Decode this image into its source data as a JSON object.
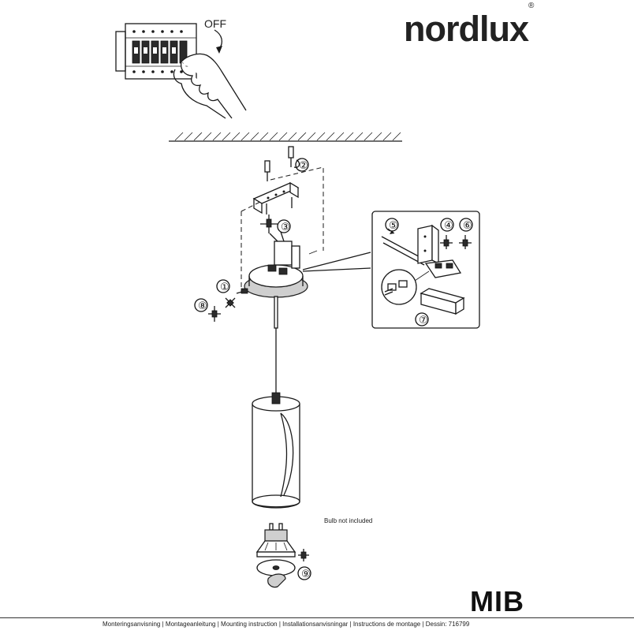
{
  "brand": {
    "name": "nordlux",
    "registered": "®"
  },
  "step_power": {
    "label": "OFF"
  },
  "callouts": [
    "①",
    "②",
    "③",
    "④",
    "⑤",
    "⑥",
    "⑦",
    "⑧",
    "⑨"
  ],
  "notes": {
    "bulb": "Bulb not included"
  },
  "product": {
    "name": "MIB"
  },
  "footer": {
    "text": "Monteringsanvisning | Montageanleitung | Mounting instruction | Installationsanvisningar | Instructions de montage | Dessin: 716799"
  }
}
